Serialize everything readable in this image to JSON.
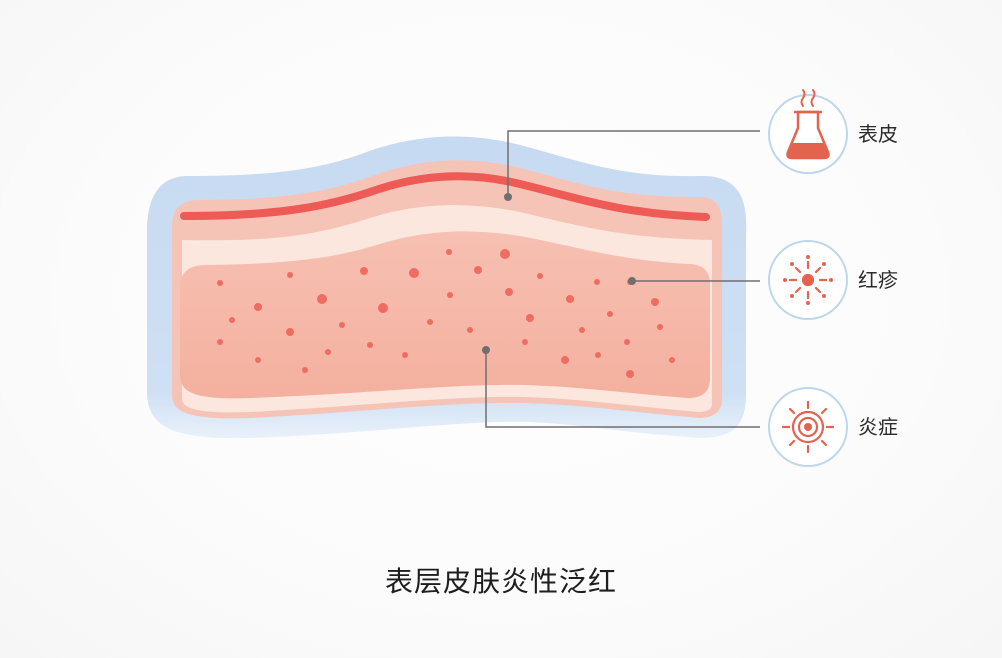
{
  "title": "表层皮肤炎性泛红",
  "labels": {
    "epidermis": "表皮",
    "rash": "红疹",
    "inflammation": "炎症"
  },
  "icons": {
    "epidermis": "flask-icon",
    "rash": "rash-burst-icon",
    "inflammation": "inflammation-target-icon"
  },
  "colors": {
    "outer_layer": "#c9dcf2",
    "epidermis_layer": "#f5c2b4",
    "epidermis_line": "#ef5b57",
    "cream_band": "#fbe5dc",
    "dermis_layer": "#f6b8a9",
    "spots": "#ef6a60",
    "icon_ring": "#bcd5ee",
    "icon": "#e4634f",
    "leader_line": "#6b6b6b"
  }
}
